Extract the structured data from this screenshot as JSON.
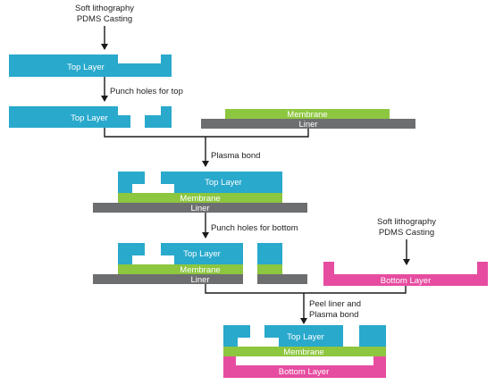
{
  "colors": {
    "top_layer": "#29a9cc",
    "membrane": "#8dc63f",
    "liner": "#6d6e70",
    "bottom_layer": "#e64da0",
    "arrow": "#1a1a1a"
  },
  "steps": {
    "cast_top": "Soft lithography",
    "cast_top_2": "PDMS Casting",
    "punch_top": "Punch holes for top",
    "plasma_bond": "Plasma bond",
    "punch_bottom": "Punch holes for bottom",
    "cast_bottom": "Soft lithography",
    "cast_bottom_2": "PDMS Casting",
    "peel": "Peel liner and",
    "peel_2": "Plasma bond"
  },
  "layers": {
    "top": "Top Layer",
    "membrane": "Membrane",
    "liner": "Liner",
    "bottom": "Bottom Layer"
  }
}
